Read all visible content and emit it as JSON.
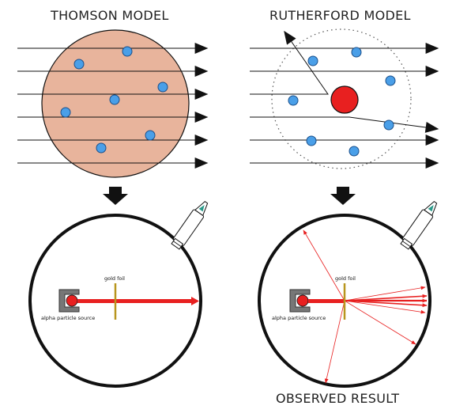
{
  "panels": {
    "thomson": {
      "title": "THOMSON MODEL"
    },
    "rutherford": {
      "title": "RUTHERFORD MODEL"
    }
  },
  "experiments": {
    "left": {
      "foil_label": "gold foil",
      "source_label": "alpha particle source"
    },
    "right": {
      "foil_label": "gold foil",
      "source_label": "alpha particle source"
    }
  },
  "caption": "OBSERVED RESULT",
  "colors": {
    "thomson_fill": "#e8b49c",
    "electron": "#4a9fe8",
    "nucleus": "#e82020",
    "beam": "#e82020",
    "foil": "#b8961e",
    "outline": "#111111"
  },
  "icons": {
    "down_arrow": "down-arrow-icon",
    "detector": "microscope-icon"
  }
}
